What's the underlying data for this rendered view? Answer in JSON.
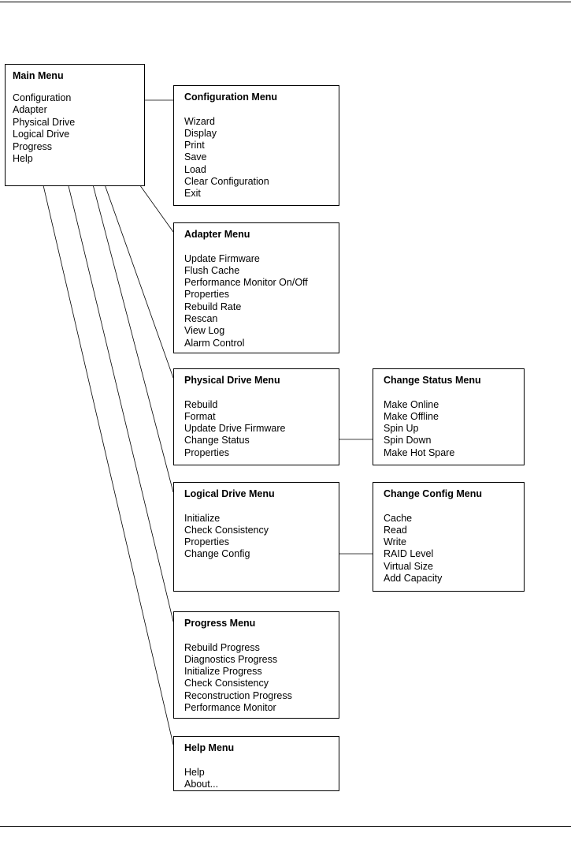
{
  "main_menu": {
    "title": "Main  Menu",
    "items": [
      "Configuration",
      "Adapter",
      "Physical Drive",
      "Logical Drive",
      "Progress",
      "Help"
    ]
  },
  "configuration_menu": {
    "title": "Configuration Menu",
    "items": [
      "Wizard",
      "Display",
      "Print",
      "Save",
      "Load",
      "Clear Configuration",
      "Exit"
    ]
  },
  "adapter_menu": {
    "title": "Adapter Menu",
    "items": [
      "Update Firmware",
      "Flush Cache",
      "Performance Monitor On/Off",
      "Properties",
      "Rebuild Rate",
      "Rescan",
      "View Log",
      "Alarm Control"
    ]
  },
  "physical_drive_menu": {
    "title": "Physical Drive  Menu",
    "items": [
      "Rebuild",
      "Format",
      "Update Drive Firmware",
      "Change Status",
      "Properties"
    ]
  },
  "change_status_menu": {
    "title": "Change Status  Menu",
    "items": [
      "Make Online",
      "Make Offline",
      "Spin Up",
      "Spin Down",
      "Make Hot Spare"
    ]
  },
  "logical_drive_menu": {
    "title": "Logical Drive Menu",
    "items": [
      "Initialize",
      "Check Consistency",
      "Properties",
      "Change Config"
    ]
  },
  "change_config_menu": {
    "title": "Change Config Menu",
    "items": [
      "Cache",
      "Read",
      "Write",
      "RAID Level",
      "Virtual Size",
      "Add Capacity"
    ]
  },
  "progress_menu": {
    "title": "Progress  Menu",
    "items": [
      "Rebuild Progress",
      "Diagnostics Progress",
      "Initialize Progress",
      "Check Consistency",
      "Reconstruction Progress",
      "Performance Monitor"
    ]
  },
  "help_menu": {
    "title": "Help Menu",
    "items": [
      "Help",
      "About..."
    ]
  }
}
